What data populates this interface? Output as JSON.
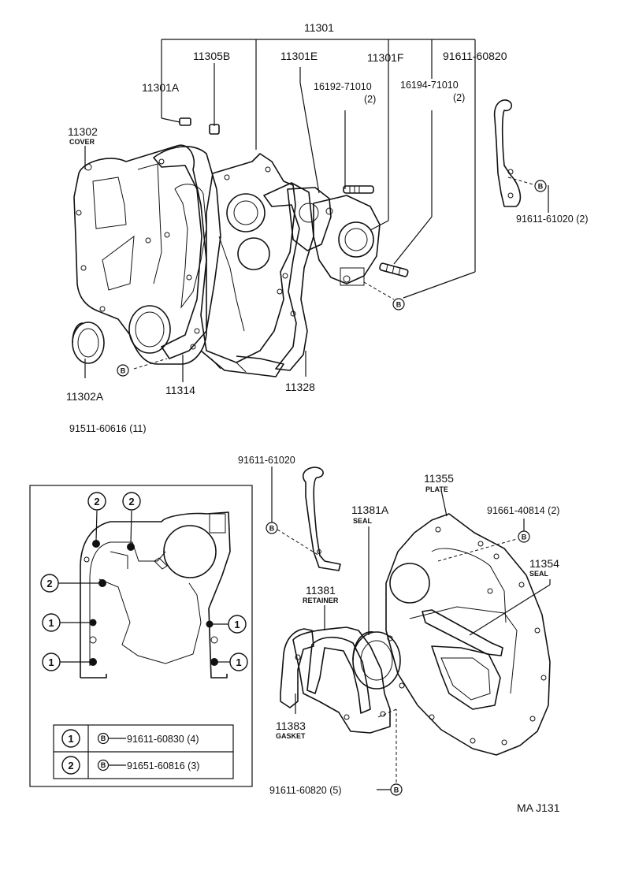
{
  "labels": {
    "assy": "11301",
    "p11305b": "11305B",
    "p11301e": "11301E",
    "p11301f": "11301F",
    "p91611_60820": "91611-60820",
    "p11301a": "11301A",
    "p16192": "16192-71010",
    "p16192_qty": "(2)",
    "p16194": "16194-71010",
    "p16194_qty": "(2)",
    "p11302": "11302",
    "p11302_sub": "COVER",
    "p91611_61020_2": "91611-61020 (2)",
    "p11302a": "11302A",
    "p11314": "11314",
    "p11328": "11328",
    "p91511": "91511-60616 (11)",
    "p91611_61020": "91611-61020",
    "p11355": "11355",
    "p11355_sub": "PLATE",
    "p11381a": "11381A",
    "p11381a_sub": "SEAL",
    "p91661": "91661-40814 (2)",
    "p11354": "11354",
    "p11354_sub": "SEAL",
    "p11381": "11381",
    "p11381_sub": "RETAINER",
    "p11383": "11383",
    "p11383_sub": "GASKET",
    "p91611_60820_5": "91611-60820 (5)",
    "code": "MA  J131"
  },
  "bolt_symbol": "B",
  "circle_numbers": {
    "one": "1",
    "two": "2"
  },
  "bolt_table": [
    {
      "num": "1",
      "part": "91611-60830 (4)"
    },
    {
      "num": "2",
      "part": "91651-60816 (3)"
    }
  ]
}
